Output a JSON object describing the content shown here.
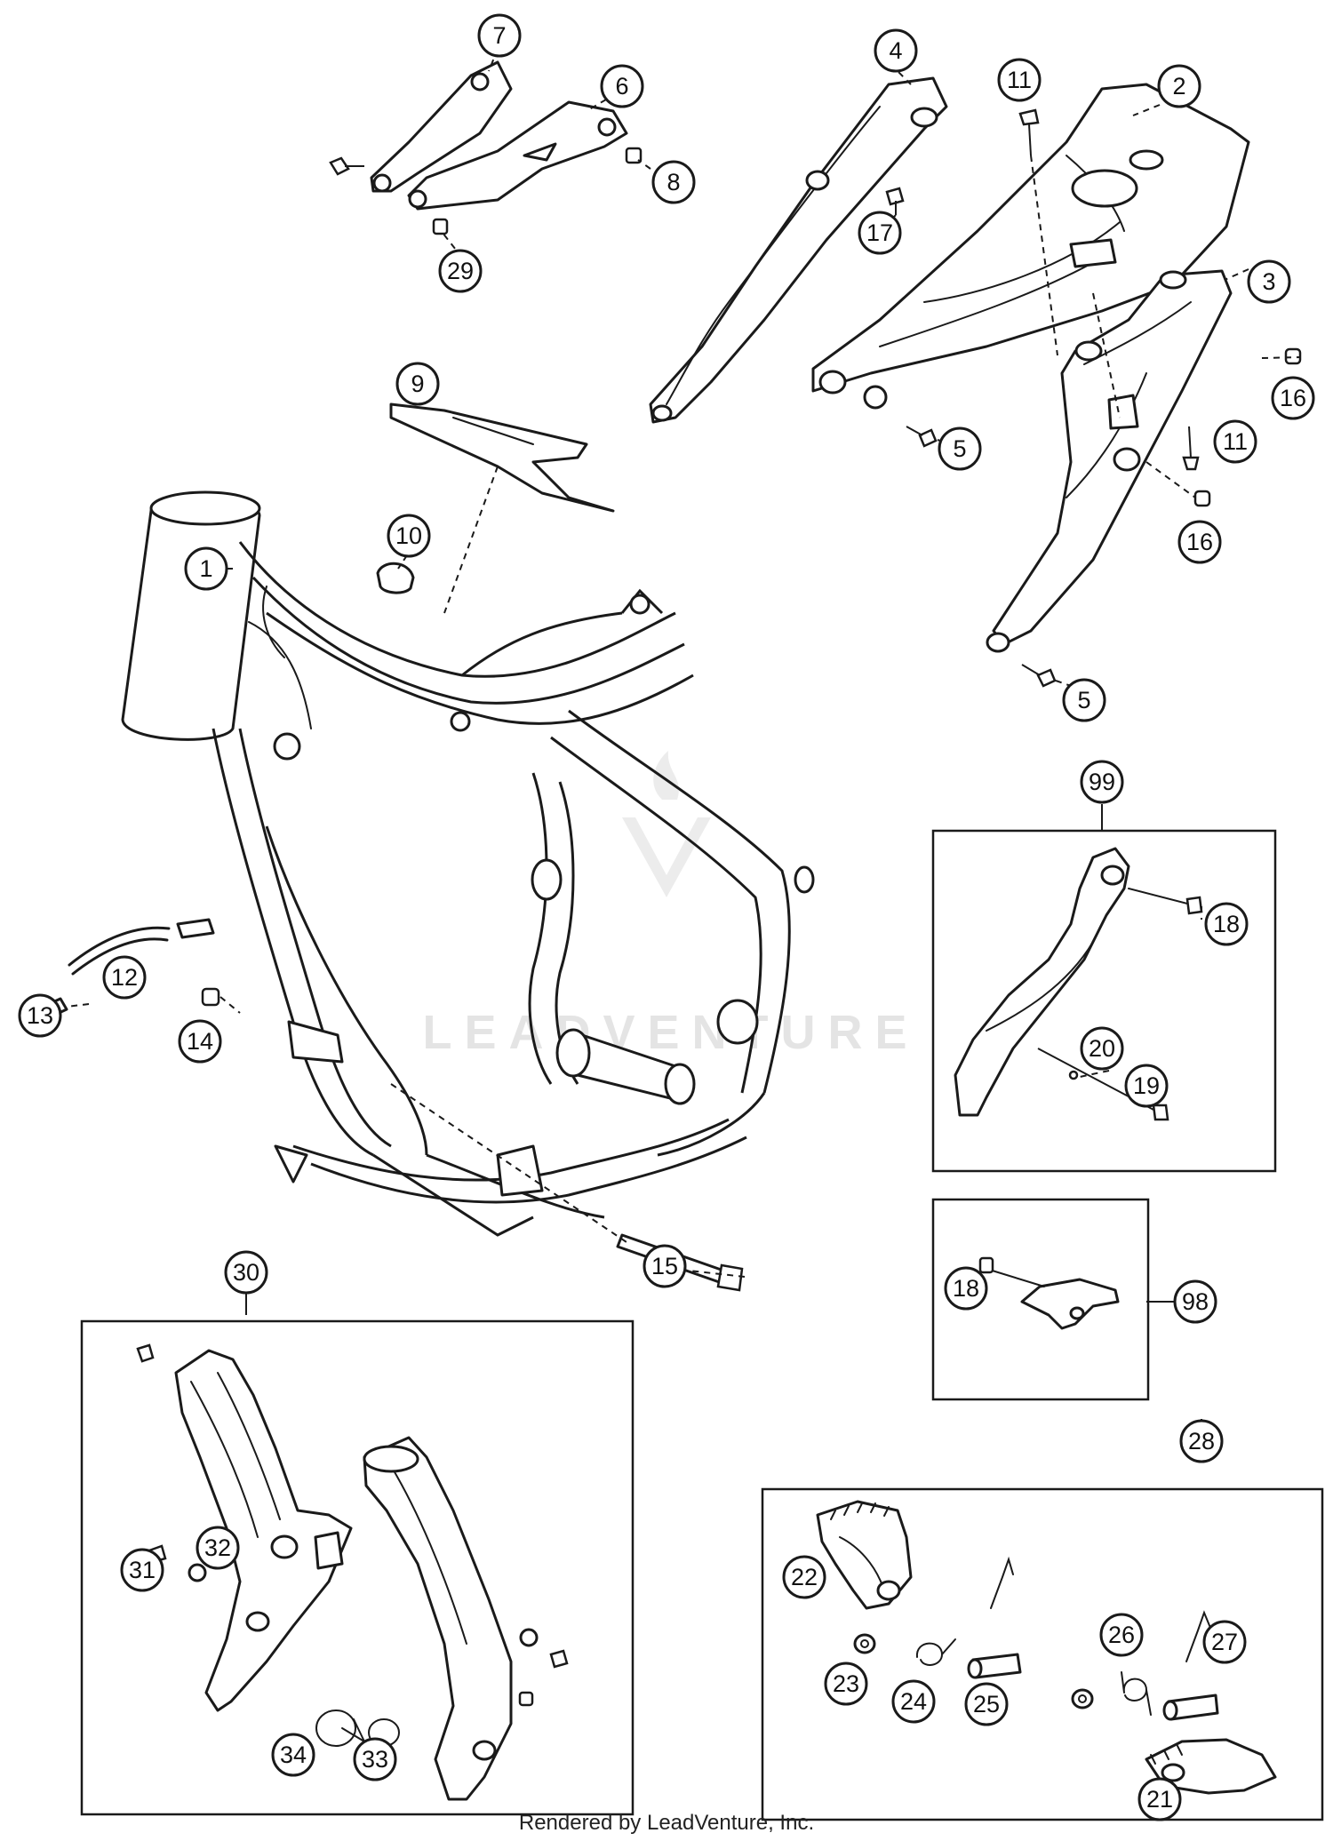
{
  "diagram": {
    "watermark": "LEADVENTURE",
    "footer_credit": "Rendered by LeadVenture, Inc.",
    "kits": [
      {
        "id": "kit-99",
        "label": "99"
      },
      {
        "id": "kit-98",
        "label": "98"
      },
      {
        "id": "kit-30",
        "label": "30"
      },
      {
        "id": "kit-28",
        "label": "28"
      }
    ],
    "callouts": [
      {
        "label": "1",
        "part": "frame"
      },
      {
        "label": "2",
        "part": "subframe"
      },
      {
        "label": "3",
        "part": "subframe-strut"
      },
      {
        "label": "4",
        "part": "side-rail"
      },
      {
        "label": "5",
        "part": "screw"
      },
      {
        "label": "5",
        "part": "screw"
      },
      {
        "label": "6",
        "part": "engine-bracket"
      },
      {
        "label": "7",
        "part": "engine-bracket"
      },
      {
        "label": "8",
        "part": "nut"
      },
      {
        "label": "9",
        "part": "label-plate"
      },
      {
        "label": "10",
        "part": "clip"
      },
      {
        "label": "11",
        "part": "bolt"
      },
      {
        "label": "11",
        "part": "bolt"
      },
      {
        "label": "12",
        "part": "hose"
      },
      {
        "label": "13",
        "part": "clamp"
      },
      {
        "label": "14",
        "part": "nut"
      },
      {
        "label": "15",
        "part": "swingarm-bolt"
      },
      {
        "label": "16",
        "part": "nut"
      },
      {
        "label": "16",
        "part": "nut"
      },
      {
        "label": "17",
        "part": "screw"
      },
      {
        "label": "18",
        "part": "screw"
      },
      {
        "label": "18",
        "part": "screw"
      },
      {
        "label": "19",
        "part": "screw"
      },
      {
        "label": "20",
        "part": "side-stand-holder"
      },
      {
        "label": "21",
        "part": "footpeg"
      },
      {
        "label": "22",
        "part": "footpeg"
      },
      {
        "label": "23",
        "part": "washer"
      },
      {
        "label": "24",
        "part": "spring"
      },
      {
        "label": "25",
        "part": "pin"
      },
      {
        "label": "26",
        "part": "spring"
      },
      {
        "label": "27",
        "part": "split-pin"
      },
      {
        "label": "29",
        "part": "nut"
      },
      {
        "label": "31",
        "part": "screw"
      },
      {
        "label": "32",
        "part": "frame-guard"
      },
      {
        "label": "33",
        "part": "cable-tie"
      },
      {
        "label": "34",
        "part": "cable-tie"
      }
    ]
  }
}
